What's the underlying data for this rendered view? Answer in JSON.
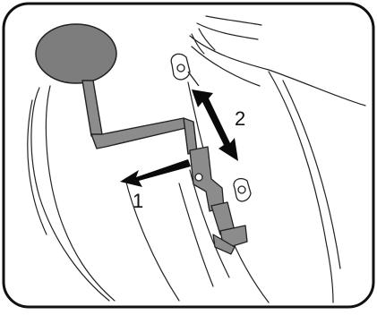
{
  "diagram": {
    "step_labels": [
      "1",
      "2"
    ],
    "colors": {
      "frame": "#111111",
      "line_art": "#222222",
      "lever": "#8c8c8c",
      "knob": "#7d7d7d",
      "arrow": "#0a0a0a",
      "background": "#ffffff"
    },
    "icons": [
      "seat-lever",
      "knob",
      "double-arrow",
      "single-arrow"
    ]
  }
}
